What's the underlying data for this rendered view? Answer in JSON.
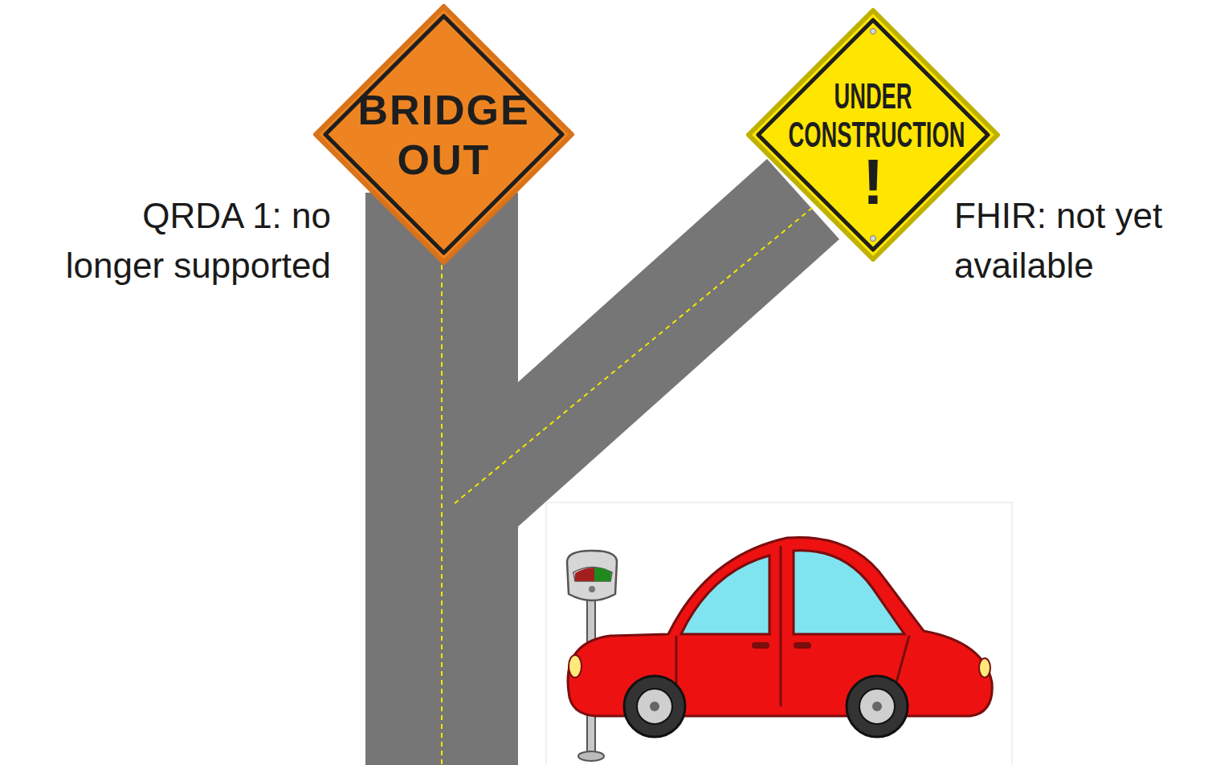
{
  "diagram": {
    "nodes": [
      {
        "text": [
          "BRIDGE OUT"
        ]
      },
      {
        "text": [
          "UNDER CONSTRUCTION",
          "!"
        ]
      }
    ],
    "labels": [
      "QRDA 1: no longer supported",
      "FHIR: not yet available"
    ]
  }
}
